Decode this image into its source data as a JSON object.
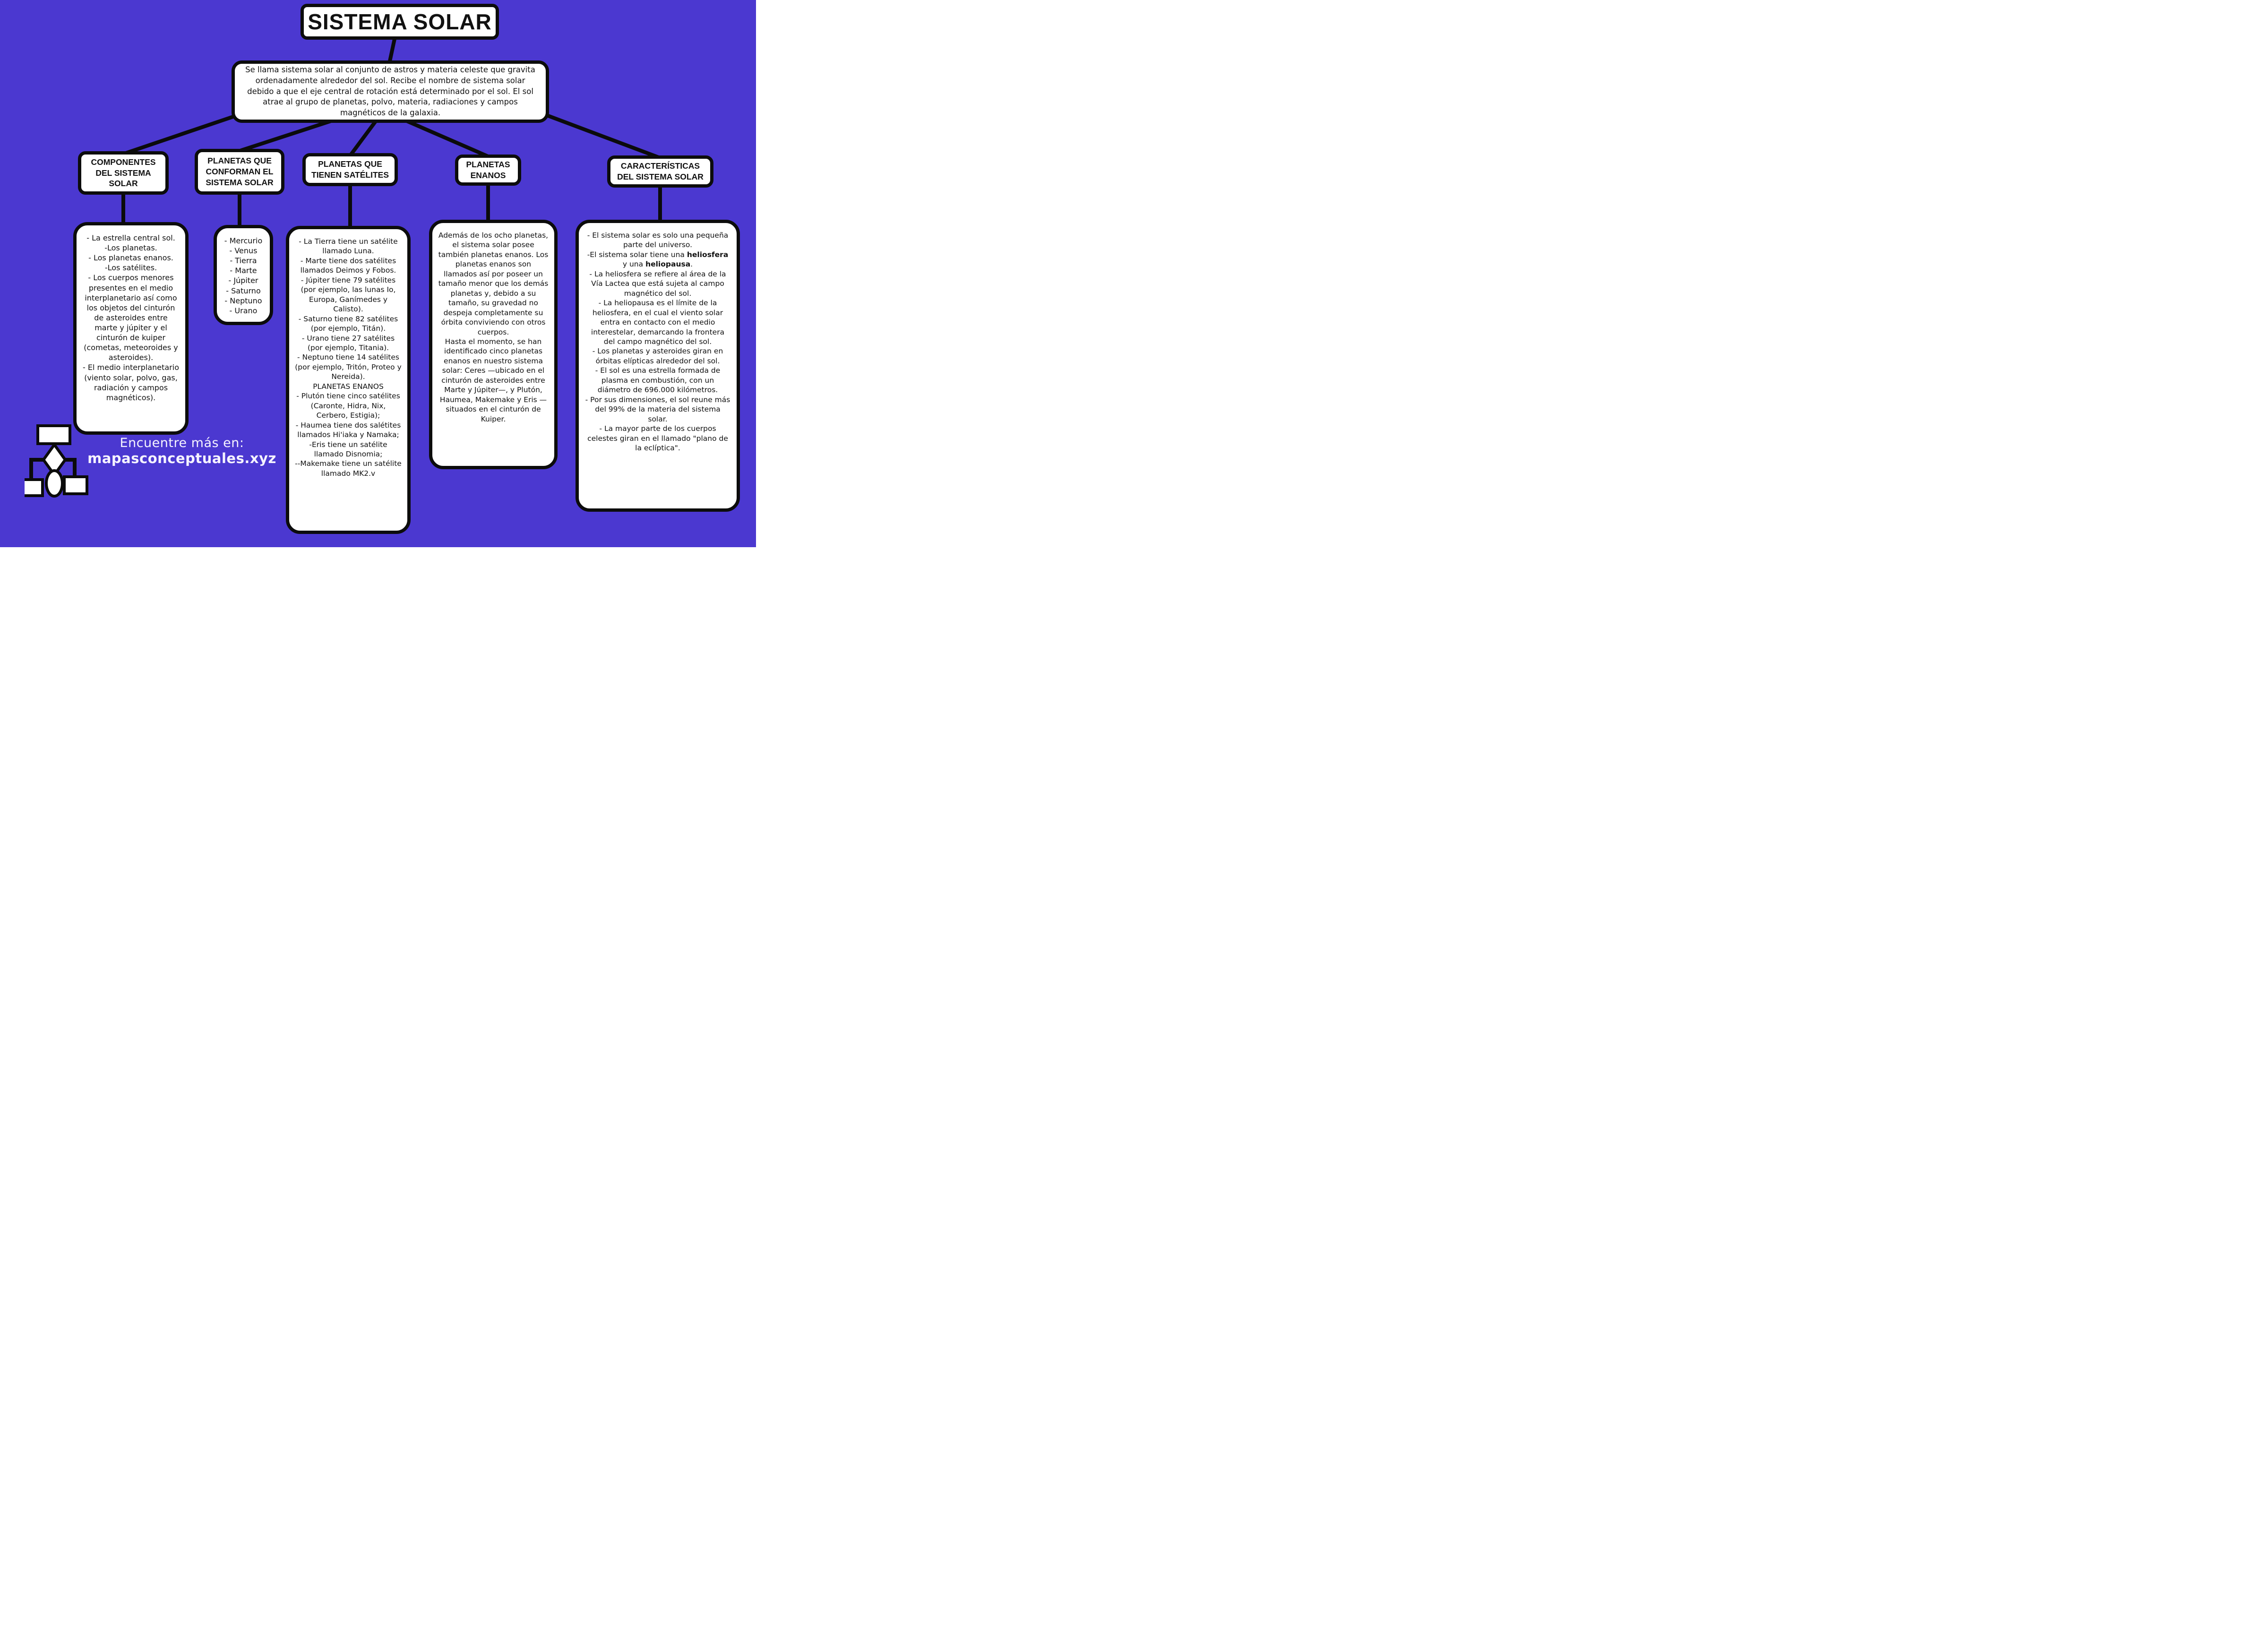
{
  "colors": {
    "background": "#4b38d0",
    "box_fill": "#ffffff",
    "ink": "#0c0c0c",
    "footer_text": "#f5f3ff"
  },
  "title": "SISTEMA SOLAR",
  "description": "Se llama sistema solar al conjunto de astros y materia celeste que gravita ordenadamente alrededor del sol. Recibe el nombre de sistema solar debido a que el eje central de rotación está determinado por el sol. El sol atrae al grupo de planetas, polvo, materia, radiaciones y campos magnéticos de la galaxia.",
  "branches": [
    {
      "label": "COMPONENTES DEL SISTEMA SOLAR",
      "lines": [
        "- La estrella central sol.",
        "-Los planetas.",
        "- Los planetas enanos.",
        "-Los satélites.",
        "- Los cuerpos menores presentes en el medio interplanetario así como los objetos del cinturón de asteroides entre marte y júpiter y el cinturón de kuiper (cometas, meteoroides y asteroides).",
        "- El medio interplanetario (viento solar, polvo, gas, radiación y campos magnéticos)."
      ]
    },
    {
      "label": "PLANETAS QUE CONFORMAN EL SISTEMA SOLAR",
      "lines": [
        "- Mercurio",
        "- Venus",
        "- Tierra",
        "- Marte",
        "- Júpiter",
        "- Saturno",
        "- Neptuno",
        "- Urano"
      ]
    },
    {
      "label": "PLANETAS QUE TIENEN SATÉLITES",
      "lines": [
        "- La Tierra tiene un satélite llamado Luna.",
        "- Marte tiene dos satélites llamados Deimos y Fobos.",
        "- Júpiter tiene 79 satélites (por ejemplo, las lunas Io, Europa, Ganímedes y Calisto).",
        "- Saturno tiene 82 satélites (por ejemplo, Titán).",
        "- Urano tiene 27 satélites (por ejemplo, Titania).",
        "- Neptuno tiene 14 satélites (por ejemplo, Tritón, Proteo y Nereida).",
        "PLANETAS ENANOS",
        "- Plutón tiene cinco satélites (Caronte, Hidra, Nix, Cerbero, Estigia);",
        "- Haumea tiene dos salétites llamados Hi'iaka y Namaka;",
        "-Eris tiene un satélite llamado Disnomia;",
        "--Makemake tiene un satélite llamado MK2.v"
      ]
    },
    {
      "label": "PLANETAS ENANOS",
      "lines": [
        "Además de los ocho planetas, el sistema solar posee también planetas enanos. Los planetas enanos son llamados así por poseer un tamaño menor que los demás planetas y, debido a su tamaño, su gravedad no despeja completamente su órbita conviviendo con otros cuerpos.",
        "Hasta el momento, se han identificado cinco planetas enanos en nuestro sistema solar: Ceres —ubicado en el cinturón de asteroides entre Marte y Júpiter—, y Plutón, Haumea, Makemake y Eris — situados en el cinturón de Kuiper."
      ]
    },
    {
      "label": "CARACTERÍSTICAS DEL SISTEMA SOLAR",
      "lines": [
        "- El sistema solar es solo una pequeña parte del universo.",
        {
          "parts": [
            {
              "text": "-El sistema solar tiene una ",
              "bold": false
            },
            {
              "text": "heliosfera",
              "bold": true
            },
            {
              "text": " y una ",
              "bold": false
            },
            {
              "text": "heliopausa",
              "bold": true
            },
            {
              "text": ".",
              "bold": false
            }
          ]
        },
        "- La heliosfera se refiere al área de la Vía Lactea que está sujeta al campo magnético del sol.",
        "- La heliopausa es el límite de la heliosfera, en el cual el viento solar entra en contacto con el medio interestelar, demarcando la frontera del campo magnético del sol.",
        "- Los planetas y asteroides giran en órbitas elípticas alrededor del sol.",
        "- El sol es una estrella formada de plasma en combustión, con un diámetro de 696.000 kilómetros.",
        "- Por sus dimensiones, el sol reune más del 99% de la materia del sistema solar.",
        "- La mayor parte de los cuerpos celestes giran en el llamado \"plano de la eclíptica\"."
      ]
    }
  ],
  "footer": {
    "line1": "Encuentre más en:",
    "line2": "mapasconceptuales.xyz"
  }
}
